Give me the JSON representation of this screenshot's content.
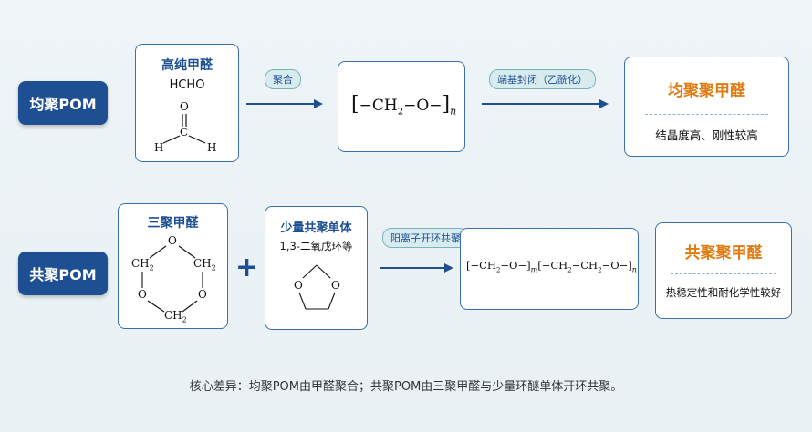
{
  "row1": {
    "label": "均聚POM",
    "monomer": {
      "title": "高纯甲醛",
      "formula": "HCHO",
      "atom_o": "O",
      "atom_c": "C",
      "atom_h_left": "H",
      "atom_h_right": "H"
    },
    "step_label": "聚合",
    "polymer": {
      "open": "[",
      "dash1": "−",
      "ch": "CH",
      "sub2": "2",
      "dash2": "−",
      "o": "O",
      "dash3": "−",
      "close": "]",
      "n": "n"
    },
    "endcap_label": "端基封闭（乙酰化）",
    "result": {
      "title": "均聚聚甲醛",
      "desc": "结晶度高、刚性较高"
    }
  },
  "row2": {
    "label": "共聚POM",
    "trioxane": {
      "title": "三聚甲醛",
      "ring": {
        "o_top": "O",
        "ch2_tl": "CH",
        "ch2_tr": "CH",
        "sub": "2",
        "o_bl": "O",
        "o_br": "O",
        "ch2_bottom": "CH"
      }
    },
    "plus": "+",
    "comonomer": {
      "title": "少量共聚单体",
      "subtitle": "1,3-二氧戊环等",
      "o_left": "O",
      "o_right": "O"
    },
    "step_label": "阳离子开环共聚",
    "polymer": {
      "seg1": "[−CH",
      "seg1b": "−O−]",
      "m": "m",
      "seg2": "[−CH",
      "seg2b": "−CH",
      "seg2c": "−O−]",
      "n": "n",
      "sub": "2"
    },
    "result": {
      "title": "共聚聚甲醛",
      "desc": "热稳定性和耐化学性较好"
    }
  },
  "footer": "核心差异：均聚POM由甲醛聚合；共聚POM由三聚甲醛与少量环醚单体开环共聚。",
  "colors": {
    "navy": "#1e4f93",
    "orange": "#e07b12",
    "border": "#3c6fb0"
  }
}
